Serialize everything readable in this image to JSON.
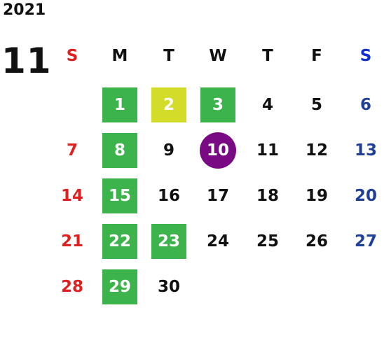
{
  "year": "2021",
  "month": "11",
  "weekday_headers": [
    "S",
    "M",
    "T",
    "W",
    "T",
    "F",
    "S"
  ],
  "colors": {
    "sunday": "#e02020",
    "saturday": "#1f3f9a",
    "weekday": "#111111",
    "highlight_green": "#3cb44b",
    "highlight_yellow": "#d4dc2a",
    "today_purple": "#7a0a84"
  },
  "weeks": [
    [
      null,
      {
        "day": "1",
        "mark": "green"
      },
      {
        "day": "2",
        "mark": "yellow"
      },
      {
        "day": "3",
        "mark": "green"
      },
      {
        "day": "4"
      },
      {
        "day": "5"
      },
      {
        "day": "6"
      }
    ],
    [
      {
        "day": "7"
      },
      {
        "day": "8",
        "mark": "green"
      },
      {
        "day": "9"
      },
      {
        "day": "10",
        "mark": "today"
      },
      {
        "day": "11"
      },
      {
        "day": "12"
      },
      {
        "day": "13"
      }
    ],
    [
      {
        "day": "14"
      },
      {
        "day": "15",
        "mark": "green"
      },
      {
        "day": "16"
      },
      {
        "day": "17"
      },
      {
        "day": "18"
      },
      {
        "day": "19"
      },
      {
        "day": "20"
      }
    ],
    [
      {
        "day": "21"
      },
      {
        "day": "22",
        "mark": "green"
      },
      {
        "day": "23",
        "mark": "green"
      },
      {
        "day": "24"
      },
      {
        "day": "25"
      },
      {
        "day": "26"
      },
      {
        "day": "27"
      }
    ],
    [
      {
        "day": "28"
      },
      {
        "day": "29",
        "mark": "green"
      },
      {
        "day": "30"
      },
      null,
      null,
      null,
      null
    ]
  ]
}
